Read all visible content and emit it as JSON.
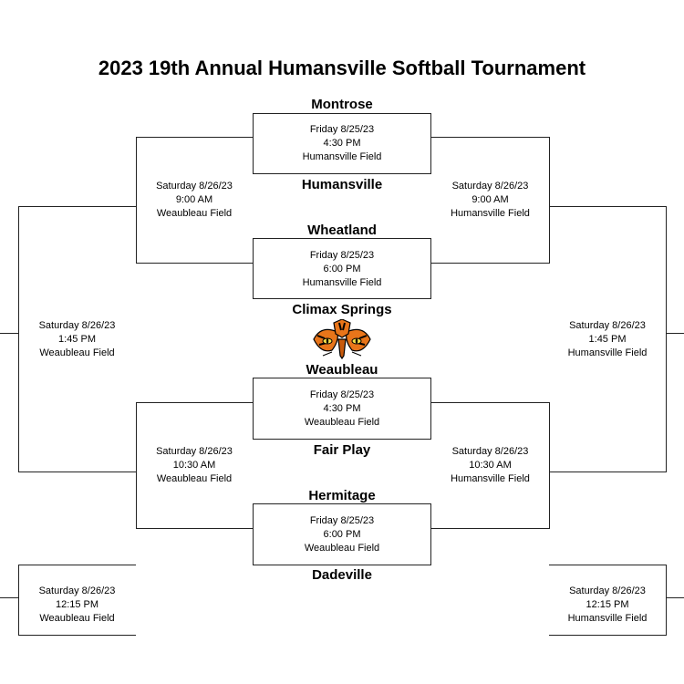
{
  "title": "2023 19th Annual Humansville Softball Tournament",
  "teams": {
    "montrose": "Montrose",
    "humansville": "Humansville",
    "wheatland": "Wheatland",
    "climax_springs": "Climax Springs",
    "weaubleau": "Weaubleau",
    "fair_play": "Fair Play",
    "hermitage": "Hermitage",
    "dadeville": "Dadeville"
  },
  "games": {
    "g1": {
      "date": "Friday 8/25/23",
      "time": "4:30 PM",
      "field": "Humansville Field"
    },
    "g2": {
      "date": "Friday 8/25/23",
      "time": "6:00 PM",
      "field": "Humansville Field"
    },
    "g3": {
      "date": "Friday 8/25/23",
      "time": "4:30 PM",
      "field": "Weaubleau Field"
    },
    "g4": {
      "date": "Friday 8/25/23",
      "time": "6:00 PM",
      "field": "Weaubleau Field"
    },
    "w1": {
      "date": "Saturday 8/26/23",
      "time": "9:00 AM",
      "field": "Weaubleau Field"
    },
    "l1": {
      "date": "Saturday 8/26/23",
      "time": "9:00 AM",
      "field": "Humansville Field"
    },
    "w2": {
      "date": "Saturday 8/26/23",
      "time": "10:30 AM",
      "field": "Weaubleau Field"
    },
    "l2": {
      "date": "Saturday 8/26/23",
      "time": "10:30 AM",
      "field": "Humansville Field"
    },
    "wsemi": {
      "date": "Saturday 8/26/23",
      "time": "1:45 PM",
      "field": "Weaubleau Field"
    },
    "lsemi": {
      "date": "Saturday 8/26/23",
      "time": "1:45 PM",
      "field": "Humansville Field"
    },
    "wfinal": {
      "date": "Saturday 8/26/23",
      "time": "12:15 PM",
      "field": "Weaubleau Field"
    },
    "lfinal": {
      "date": "Saturday 8/26/23",
      "time": "12:15 PM",
      "field": "Humansville Field"
    }
  },
  "logo": {
    "icon": "tiger-mascot-icon",
    "accent": "#e8751a"
  }
}
